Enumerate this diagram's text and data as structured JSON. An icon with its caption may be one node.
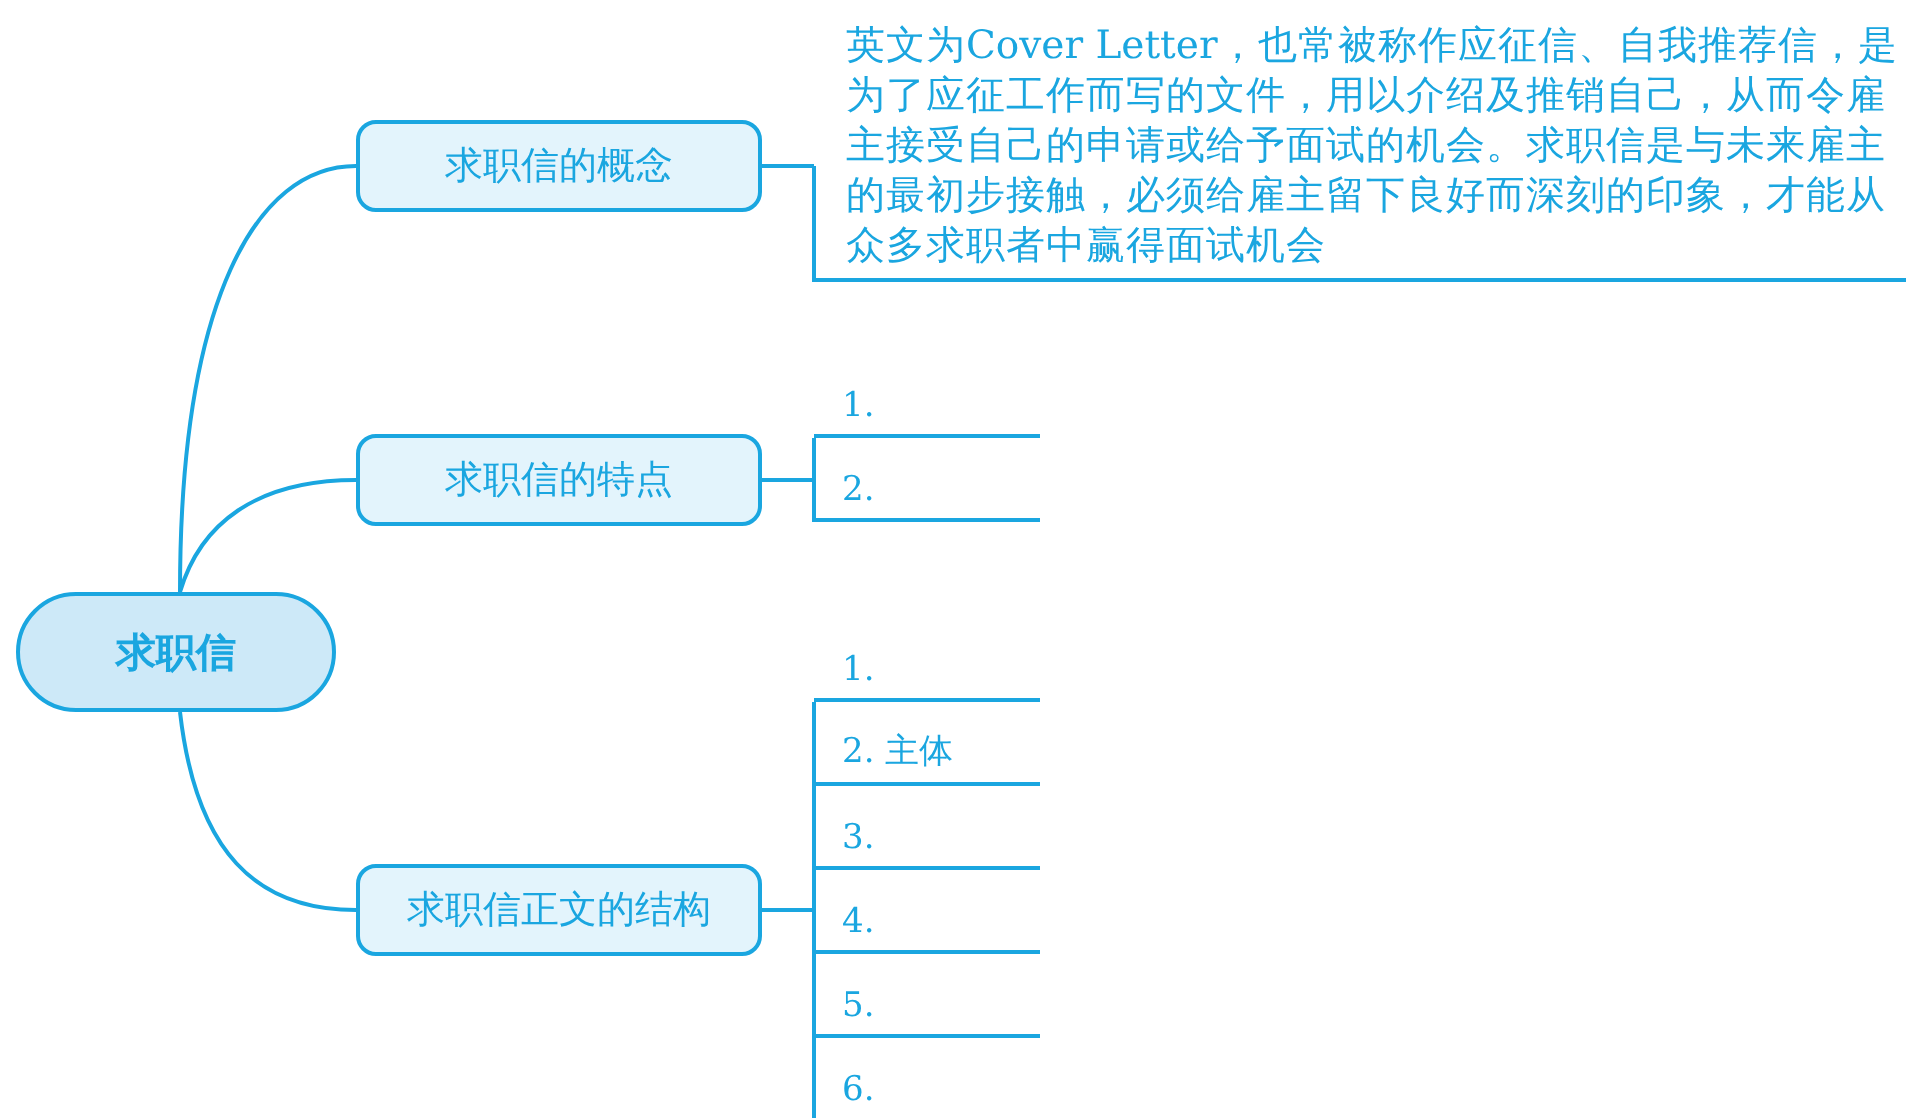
{
  "diagram": {
    "nodes": [
      {
        "text": [
          "求职信"
        ]
      },
      {
        "text": [
          "求职信的概念"
        ]
      },
      {
        "text": [
          "英文为Cover Letter，也常被称作应征信、自我推荐信，是为了应征工作而写的文件，用以介绍及推销自己，从而令雇主接受自己的申请或给予面试的机会。求职信是与未来雇主的最初步接触，必须给雇主留下良好而深刻的印象，才能从众多求职者中赢得面试机会"
        ]
      },
      {
        "text": [
          "求职信的特点"
        ]
      },
      {
        "text": [
          "1."
        ]
      },
      {
        "text": [
          "2."
        ]
      },
      {
        "text": [
          "求职信正文的结构"
        ]
      },
      {
        "text": [
          "1."
        ]
      },
      {
        "text": [
          "2. 主体"
        ]
      },
      {
        "text": [
          "3."
        ]
      },
      {
        "text": [
          "4."
        ]
      },
      {
        "text": [
          "5."
        ]
      },
      {
        "text": [
          "6."
        ]
      }
    ],
    "edges": [
      {
        "from": 0,
        "to": 1,
        "arrow": "none"
      },
      {
        "from": 1,
        "to": 2,
        "arrow": "none"
      },
      {
        "from": 0,
        "to": 3,
        "arrow": "none"
      },
      {
        "from": 3,
        "to": 4,
        "arrow": "none"
      },
      {
        "from": 3,
        "to": 5,
        "arrow": "none"
      },
      {
        "from": 0,
        "to": 6,
        "arrow": "none"
      },
      {
        "from": 6,
        "to": 7,
        "arrow": "none"
      },
      {
        "from": 6,
        "to": 8,
        "arrow": "none"
      },
      {
        "from": 6,
        "to": 9,
        "arrow": "none"
      },
      {
        "from": 6,
        "to": 10,
        "arrow": "none"
      },
      {
        "from": 6,
        "to": 11,
        "arrow": "none"
      },
      {
        "from": 6,
        "to": 12,
        "arrow": "none"
      }
    ]
  }
}
